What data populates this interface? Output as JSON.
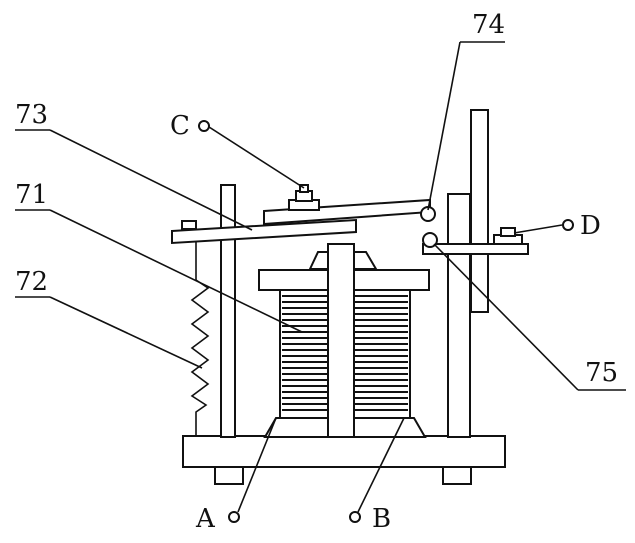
{
  "labels": {
    "n71": "71",
    "n72": "72",
    "n73": "73",
    "n74": "74",
    "n75": "75"
  },
  "terminals": {
    "a": "A",
    "b": "B",
    "c": "C",
    "d": "D"
  },
  "colors": {
    "line": "#111111",
    "background": "#ffffff"
  }
}
